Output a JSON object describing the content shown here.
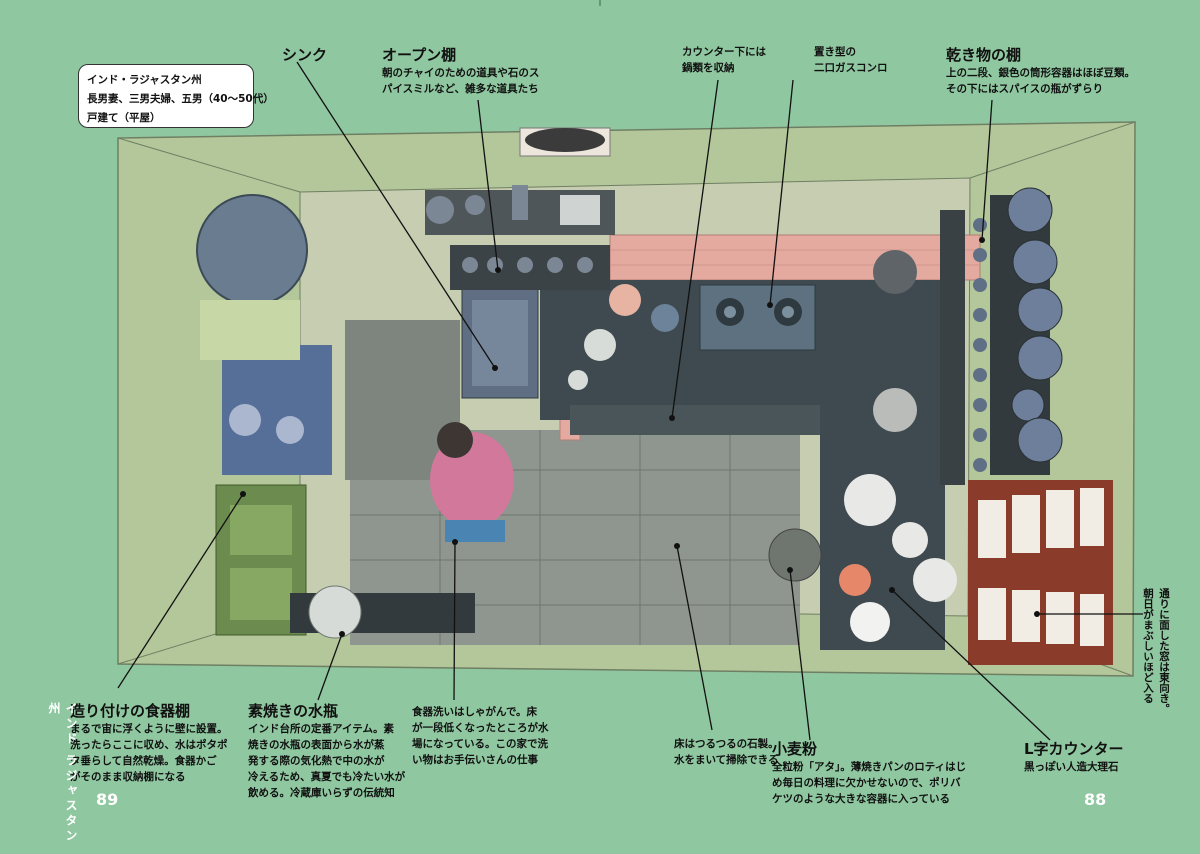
{
  "info_box": {
    "lines": [
      "インド・ラジャスタン州",
      "長男妻、三男夫婦、五男（40〜50代）",
      "戸建て（平屋）"
    ]
  },
  "labels": {
    "sink": {
      "title": "シンク"
    },
    "open_shelf": {
      "title": "オープン棚",
      "body": "朝のチャイのための道具や石のス\nパイスミルなど、雑多な道具たち"
    },
    "under_counter": {
      "body": "カウンター下には\n鍋類を収納"
    },
    "gas_stove": {
      "body": "置き型の\n二口ガスコンロ"
    },
    "dry_goods": {
      "title": "乾き物の棚",
      "body": "上の二段、銀色の筒形容器はほぼ豆類。\nその下にはスパイスの瓶がずらり"
    },
    "dish_shelf": {
      "title": "造り付けの食器棚",
      "body": "まるで宙に浮くように壁に設置。\n洗ったらここに収め、水はポタポ\nタ垂らして自然乾燥。食器かご\nがそのまま収納棚になる"
    },
    "water_jar": {
      "title": "素焼きの水瓶",
      "body": "インド台所の定番アイテム。素\n焼きの水瓶の表面から水が蒸\n発する際の気化熱で中の水が\n冷えるため、真夏でも冷たい水が\n飲める。冷蔵庫いらずの伝統知"
    },
    "dishwashing": {
      "body": "食器洗いはしゃがんで。床\nが一段低くなったところが水\n場になっている。この家で洗\nい物はお手伝いさんの仕事"
    },
    "floor": {
      "body": "床はつるつるの石製。\n水をまいて掃除できる"
    },
    "flour": {
      "title": "小麦粉",
      "body": "全粒粉「アタ」。薄焼きパンのロティはじ\nめ毎日の料理に欠かせないので、ポリバ\nケツのような大きな容器に入っている"
    },
    "l_counter": {
      "title": "L字カウンター",
      "body": "黒っぽい人造大理石"
    },
    "window": {
      "body": "通りに面した窓は東向き。\n朝日がまぶしいほど入る"
    }
  },
  "side_caption": "インド ラジャスタン州",
  "page_left": "89",
  "page_right": "88",
  "colors": {
    "background": "#8fc7a0",
    "room_wall": "#b4c79a",
    "floor": "#9aa19a",
    "counter": "#3e4a4f",
    "tile": "#e4aaa0",
    "window_frame": "#8a3b2a"
  }
}
